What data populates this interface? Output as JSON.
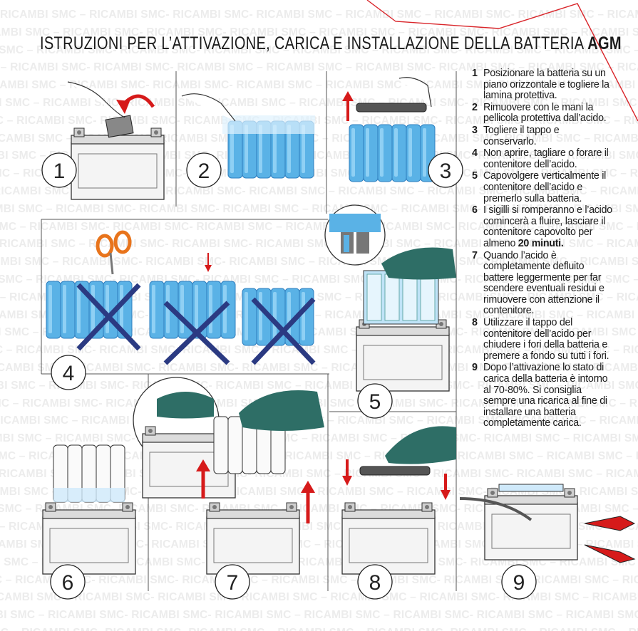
{
  "watermark_text": "RICAMBI SMC – RICAMBI SMC- RICAMBI SMC- RICAMBI SMC – RICAMBI SMC – RICAMBI SMC- RICAMBI SMC – RICAMBI SMC – RICAMBI SMC- RICAMBI SMC",
  "title": {
    "main": "ISTRUZIONI PER L’ATTIVAZIONE, CARICA E INSTALLAZIONE DELLA BATTERIA ",
    "emphasis": "AGM"
  },
  "steps": [
    {
      "num": "1",
      "text": "Posizionare la batteria su un piano orizzontale e togliere la lamina protettiva."
    },
    {
      "num": "2",
      "text": "Rimuovere con le mani la pellicola protettiva dall’acido."
    },
    {
      "num": "3",
      "text": "Togliere il tappo e conservarlo."
    },
    {
      "num": "4",
      "text": "Non aprire, tagliare o forare il contenitore dell’acido."
    },
    {
      "num": "5",
      "text": "Capovolgere verticalmente il contenitore dell’acido e premerlo sulla batteria."
    },
    {
      "num": "6",
      "text": "I sigilli si romperanno e l’acido comincerà a fluire, lasciare il contenitore capovolto per almeno ",
      "bold": "20 minuti."
    },
    {
      "num": "7",
      "text": "Quando l’acido è completamente defluito battere leggermente per far scendere eventuali residui e rimuovere con attenzione il contenitore."
    },
    {
      "num": "8",
      "text": "Utilizzare il tappo del contenitore dell’acido per chiudere i fori della batteria e premere a fondo su tutti i fori."
    },
    {
      "num": "9",
      "text": "Dopo l’attivazione lo stato di carica della batteria è intorno al 70-80%. Si consiglia sempre una ricarica al fine di installare una batteria completamente carica."
    }
  ],
  "figure_labels": [
    "1",
    "2",
    "3",
    "4",
    "5",
    "6",
    "7",
    "8",
    "9"
  ],
  "colors": {
    "acid_blue": "#5ab2e6",
    "acid_blue_dark": "#3a8ccc",
    "glove_green": "#2e6e66",
    "cross_navy": "#2b3a82",
    "arrow_red": "#d61a1a",
    "scissors_orange": "#e8741c",
    "corner_line_red": "#d9252a"
  }
}
